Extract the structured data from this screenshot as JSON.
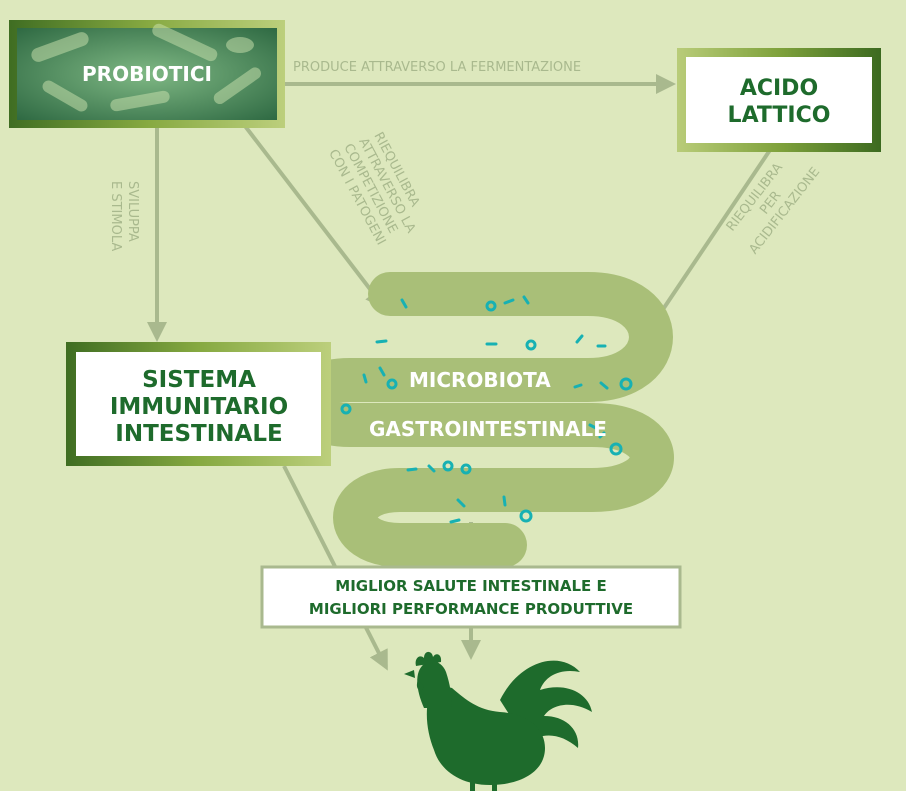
{
  "nodes": {
    "probiotici": "PROBIOTICI",
    "acido_line1": "ACIDO",
    "acido_line2": "LATTICO",
    "sistema_line1": "SISTEMA",
    "sistema_line2": "IMMUNITARIO",
    "sistema_line3": "INTESTINALE",
    "microbiota_line1": "MICROBIOTA",
    "microbiota_line2": "GASTROINTESTINALE",
    "outcome_line1": "MIGLIOR SALUTE INTESTINALE E",
    "outcome_line2": "MIGLIORI PERFORMANCE PRODUTTIVE"
  },
  "edges": {
    "produce": "PRODUCE ATTRAVERSO LA FERMENTAZIONE",
    "sviluppa_line1": "SVILUPPA",
    "sviluppa_line2": "E STIMOLA",
    "riequilibra_comp_line1": "RIEQUILIBRA",
    "riequilibra_comp_line2": "ATTRAVERSO LA",
    "riequilibra_comp_line3": "COMPETIZIONE",
    "riequilibra_comp_line4": "CON I PATOGENI",
    "riequilibra_acid_line1": "RIEQUILIBRA",
    "riequilibra_acid_line2": "PER",
    "riequilibra_acid_line3": "ACIDIFICAZIONE"
  },
  "colors": {
    "background": "#dde8bd",
    "dark_green": "#1e6b2c",
    "arrow": "#a9b98e",
    "gut": "#a9bf78",
    "bacteria": "#17b1b3"
  },
  "icons": {
    "bacteria_photo": "probiotic-bacteria-image",
    "rooster": "rooster-icon"
  }
}
